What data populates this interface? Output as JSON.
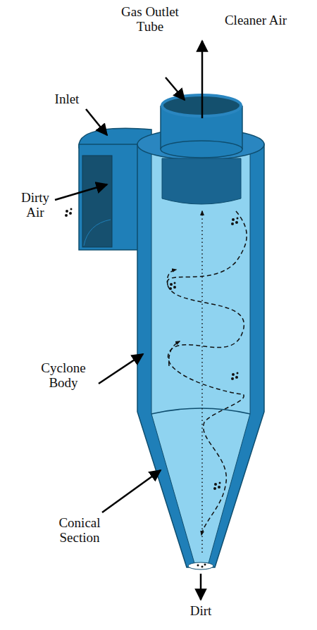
{
  "diagram": {
    "labels": [
      "Gas Outlet Tube",
      "Cleaner Air",
      "Inlet",
      "Dirty Air",
      "Cyclone Body",
      "Conical Section",
      "Dirt"
    ]
  }
}
